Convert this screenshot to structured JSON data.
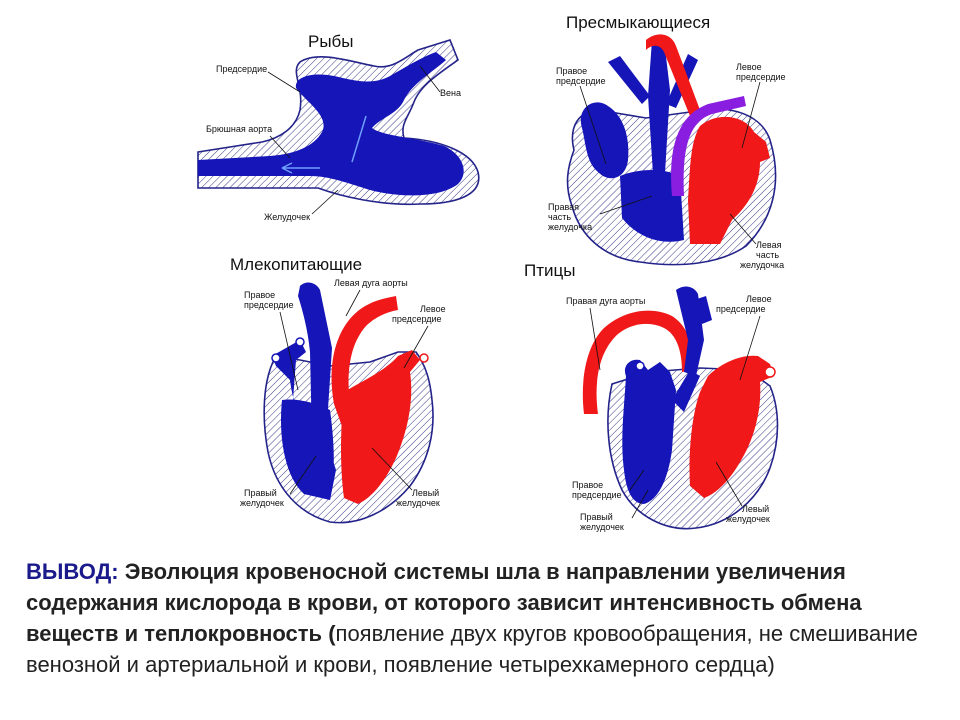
{
  "panels": {
    "fish": {
      "title": "Рыбы",
      "labels": {
        "atrium": "Предсердие",
        "vein": "Вена",
        "aorta": "Брюшная аорта",
        "ventricle": "Желудочек"
      }
    },
    "reptiles": {
      "title": "Пресмыкающиеся",
      "labels": {
        "right_atrium_1": "Правое",
        "right_atrium_2": "предсердие",
        "left_atrium_1": "Левое",
        "left_atrium_2": "предсердие",
        "right_vent_1": "Правая",
        "right_vent_2": "часть",
        "right_vent_3": "желудочка",
        "left_vent_1": "Левая",
        "left_vent_2": "часть",
        "left_vent_3": "желудочка"
      }
    },
    "mammals": {
      "title": "Млекопитающие",
      "labels": {
        "left_arch": "Левая дуга аорты",
        "right_atrium_1": "Правое",
        "right_atrium_2": "предсердие",
        "left_atrium_1": "Левое",
        "left_atrium_2": "предсердие",
        "right_vent_1": "Правый",
        "right_vent_2": "желудочек",
        "left_vent_1": "Левый",
        "left_vent_2": "желудочек"
      }
    },
    "birds": {
      "title": "Птицы",
      "labels": {
        "right_arch": "Правая дуга аорты",
        "left_atrium_1": "Левое",
        "left_atrium_2": "предсердие",
        "right_atrium_1": "Правое",
        "right_atrium_2": "предсердие",
        "right_vent_1": "Правый",
        "right_vent_2": "желудочек",
        "left_vent_1": "Левый",
        "left_vent_2": "желудочек"
      }
    }
  },
  "conclusion": {
    "lead": "ВЫВОД:",
    "bold_text": " Эволюция кровеносной системы шла в направлении увеличения содержания кислорода в крови, от которого зависит интенсивность обмена веществ и теплокровность",
    "paren_open": " (",
    "normal_text": "появление двух кругов кровообращения,  не смешивание венозной и артериальной и крови,   появление четырехкамерного сердца)"
  },
  "colors": {
    "venous": "#1515b8",
    "arterial": "#f01818",
    "mixed": "#8a1ee0",
    "conclusion_lead": "#1a1a8c"
  }
}
